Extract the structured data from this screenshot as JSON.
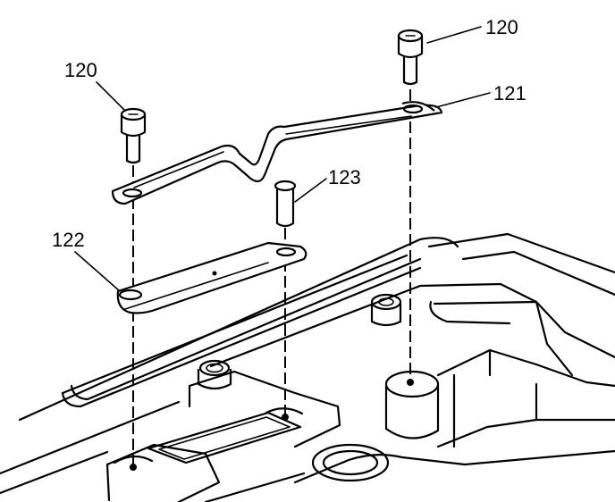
{
  "callouts": {
    "bolt_right": "120",
    "bolt_left": "120",
    "bracket_long": "121",
    "bracket_short": "122",
    "pin": "123"
  },
  "colors": {
    "line": "#000000",
    "background": "#ffffff"
  }
}
